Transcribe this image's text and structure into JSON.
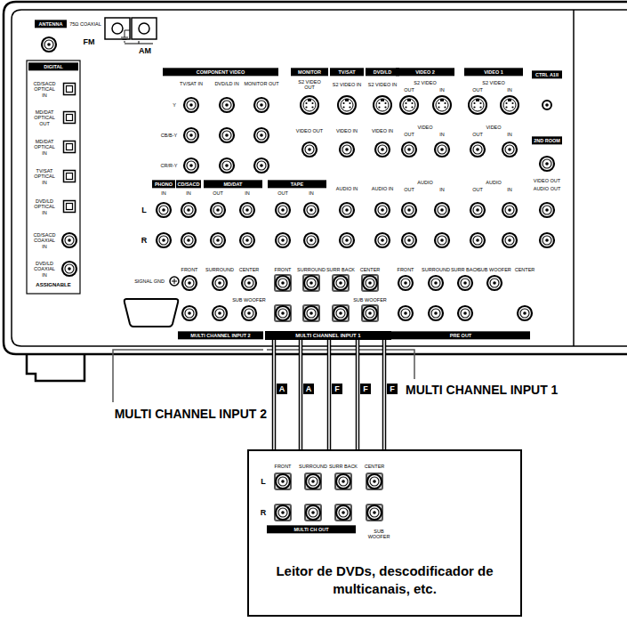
{
  "diagram": {
    "nodes": [
      {
        "text": [
          "MULTI CHANNEL INPUT 1"
        ]
      },
      {
        "text": [
          "Leitor de DVDs, descodificador de multicanais, etc."
        ]
      }
    ],
    "edges": [
      {
        "from": 1,
        "to": 0,
        "arrow": "none",
        "label": "A"
      },
      {
        "from": 1,
        "to": 0,
        "arrow": "none",
        "label": "A"
      },
      {
        "from": 1,
        "to": 0,
        "arrow": "none",
        "label": "F"
      },
      {
        "from": 1,
        "to": 0,
        "arrow": "none",
        "label": "F"
      },
      {
        "from": 1,
        "to": 0,
        "arrow": "none",
        "label": "F"
      }
    ],
    "labels": [
      "ANTENNA",
      "75Ω COAXIAL",
      "FM",
      "AM",
      "DIGITAL",
      "CD/SACD OPTICAL IN",
      "MD/DAT OPTICAL OUT",
      "MD/DAT OPTICAL IN",
      "TV/SAT OPTICAL IN",
      "DVD/LD OPTICAL IN",
      "CD/SACD COAXIAL IN",
      "DVD/LD COAXIAL IN",
      "ASSIGNABLE",
      "COMPONENT VIDEO",
      "TV/SAT IN",
      "DVD/LD IN",
      "MONITOR OUT",
      "Y",
      "CB/B-Y",
      "CR/R-Y",
      "MONITOR",
      "S2 VIDEO OUT",
      "VIDEO OUT",
      "TV/SAT",
      "S2 VIDEO IN",
      "VIDEO IN",
      "AUDIO IN",
      "DVD/LD",
      "S2 VIDEO IN",
      "VIDEO IN",
      "AUDIO IN",
      "VIDEO 2",
      "S2 VIDEO",
      "OUT",
      "IN",
      "VIDEO",
      "OUT",
      "IN",
      "AUDIO",
      "OUT",
      "IN",
      "VIDEO 1",
      "S2 VIDEO",
      "OUT",
      "IN",
      "VIDEO",
      "OUT",
      "IN",
      "AUDIO",
      "OUT",
      "IN",
      "CTRL A1II",
      "2ND ROOM",
      "VIDEO OUT",
      "AUDIO OUT",
      "PHONO",
      "IN",
      "CD/SACD",
      "IN",
      "MD/DAT",
      "OUT",
      "IN",
      "TAPE",
      "OUT",
      "IN",
      "L",
      "R",
      "SIGNAL GND",
      "FRONT",
      "SURROUND",
      "CENTER",
      "SUB WOOFER",
      "MULTI CHANNEL INPUT 2",
      "FRONT",
      "SURROUND",
      "SURR BACK",
      "CENTER",
      "SUB WOOFER",
      "FRONT",
      "SURROUND",
      "SURR BACK",
      "SUB WOOFER",
      "CENTER",
      "PRE OUT",
      "MULTI CHANNEL INPUT 1",
      "MULTI CHANNEL INPUT 2",
      "FRONT",
      "SURROUND",
      "SURR BACK",
      "CENTER",
      "L",
      "R",
      "SUB WOOFER",
      "MULTI CH OUT"
    ]
  }
}
